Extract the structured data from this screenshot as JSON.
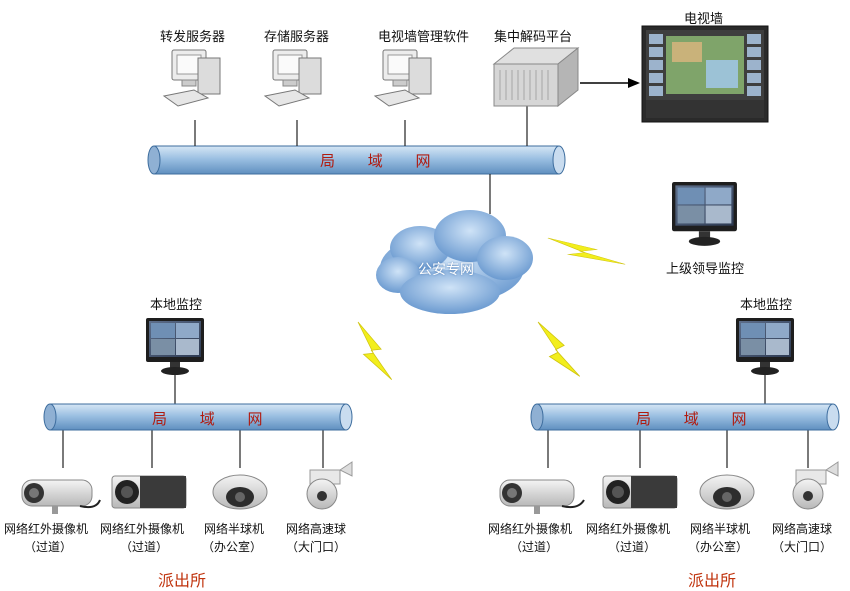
{
  "top": {
    "servers": [
      "转发服务器",
      "存储服务器",
      "电视墙管理软件",
      "集中解码平台"
    ],
    "tv_wall": "电视墙",
    "lan": "局 域 网"
  },
  "cloud": "公安专网",
  "upper_monitor": "上级领导监控",
  "stations": [
    {
      "monitor": "本地监控",
      "lan": "局 域 网",
      "name": "派出所",
      "devices": [
        {
          "name": "网络红外摄像机",
          "location": "（过道）"
        },
        {
          "name": "网络红外摄像机",
          "location": "（过道）"
        },
        {
          "name": "网络半球机",
          "location": "（办公室）"
        },
        {
          "name": "网络高速球",
          "location": "（大门口）"
        }
      ]
    },
    {
      "monitor": "本地监控",
      "lan": "局 域 网",
      "name": "派出所",
      "devices": [
        {
          "name": "网络红外摄像机",
          "location": "（过道）"
        },
        {
          "name": "网络红外摄像机",
          "location": "（过道）"
        },
        {
          "name": "网络半球机",
          "location": "（办公室）"
        },
        {
          "name": "网络高速球",
          "location": "（大门口）"
        }
      ]
    }
  ],
  "colors": {
    "pipe": "#8fb7dd",
    "pipe_dark": "#3d6d9e",
    "lan_text": "#b01b10",
    "station_text": "#c0340e",
    "bolt": "#f2ee1c"
  }
}
